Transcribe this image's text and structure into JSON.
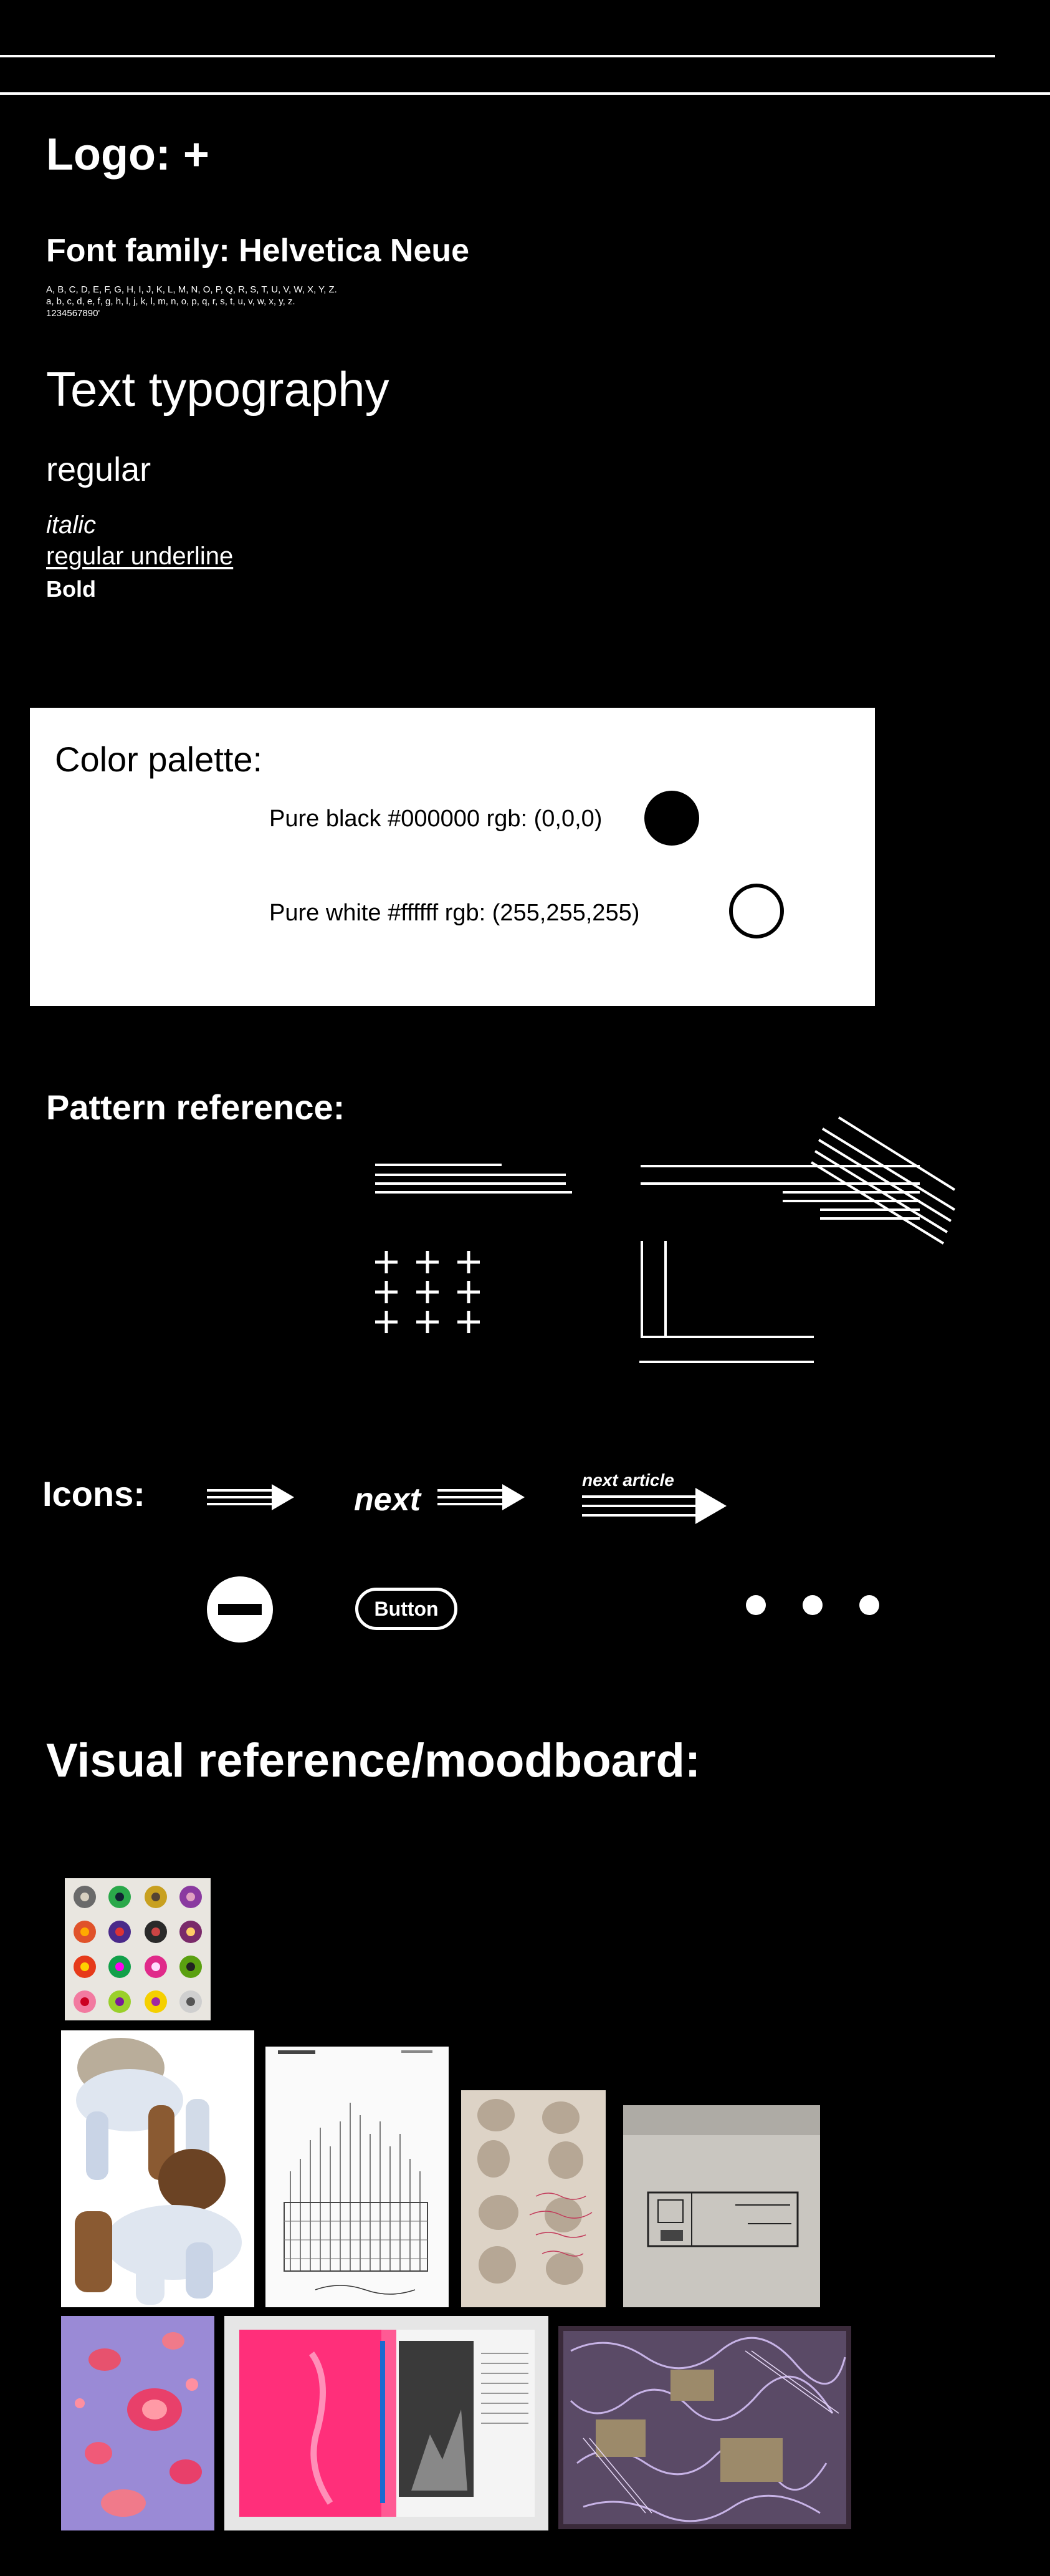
{
  "header": {
    "logo_heading": "Logo: +",
    "font_family_heading": "Font family: Helvetica Neue",
    "specimen_upper": "A, B, C, D, E, F, G, H, I, J, K, L, M, N, O, P, Q, R, S, T, U, V, W, X, Y, Z.",
    "specimen_lower": "a, b, c, d, e, f, g, h, l, j, k, l, m, n, o, p, q, r, s, t, u, v, w, x, y, z.",
    "specimen_digits": "1234567890'"
  },
  "typography": {
    "heading": "Text typography",
    "regular": "regular",
    "italic": "italic",
    "underline": "regular underline",
    "bold": "Bold"
  },
  "palette": {
    "heading": "Color palette:",
    "colors": [
      {
        "label": "Pure black #000000 rgb:  (0,0,0)",
        "hex": "#000000"
      },
      {
        "label": "Pure white #ffffff rgb:  (255,255,255)",
        "hex": "#ffffff"
      }
    ]
  },
  "patterns": {
    "heading": "Pattern reference:",
    "items": [
      "lines-pattern-icon",
      "diagonal-lines-pattern-icon",
      "plus-grid-pattern-icon",
      "corner-lines-pattern-icon"
    ]
  },
  "icons": {
    "heading": "Icons:",
    "next_label": "next",
    "next_article_label": "next article",
    "button_label": "Button",
    "items": [
      "arrow-right-icon",
      "next-arrow-icon",
      "next-article-arrow-icon",
      "minus-circle-icon",
      "button-pill",
      "more-dots-icon"
    ]
  },
  "moodboard": {
    "heading": "Visual reference/moodboard:",
    "images": [
      "flower-grid-image",
      "sculpture-image",
      "cathedral-sketch-image",
      "plaster-mold-image",
      "floorplan-image",
      "pink-purple-texture-image",
      "pink-magazine-image",
      "purple-collage-image"
    ]
  }
}
